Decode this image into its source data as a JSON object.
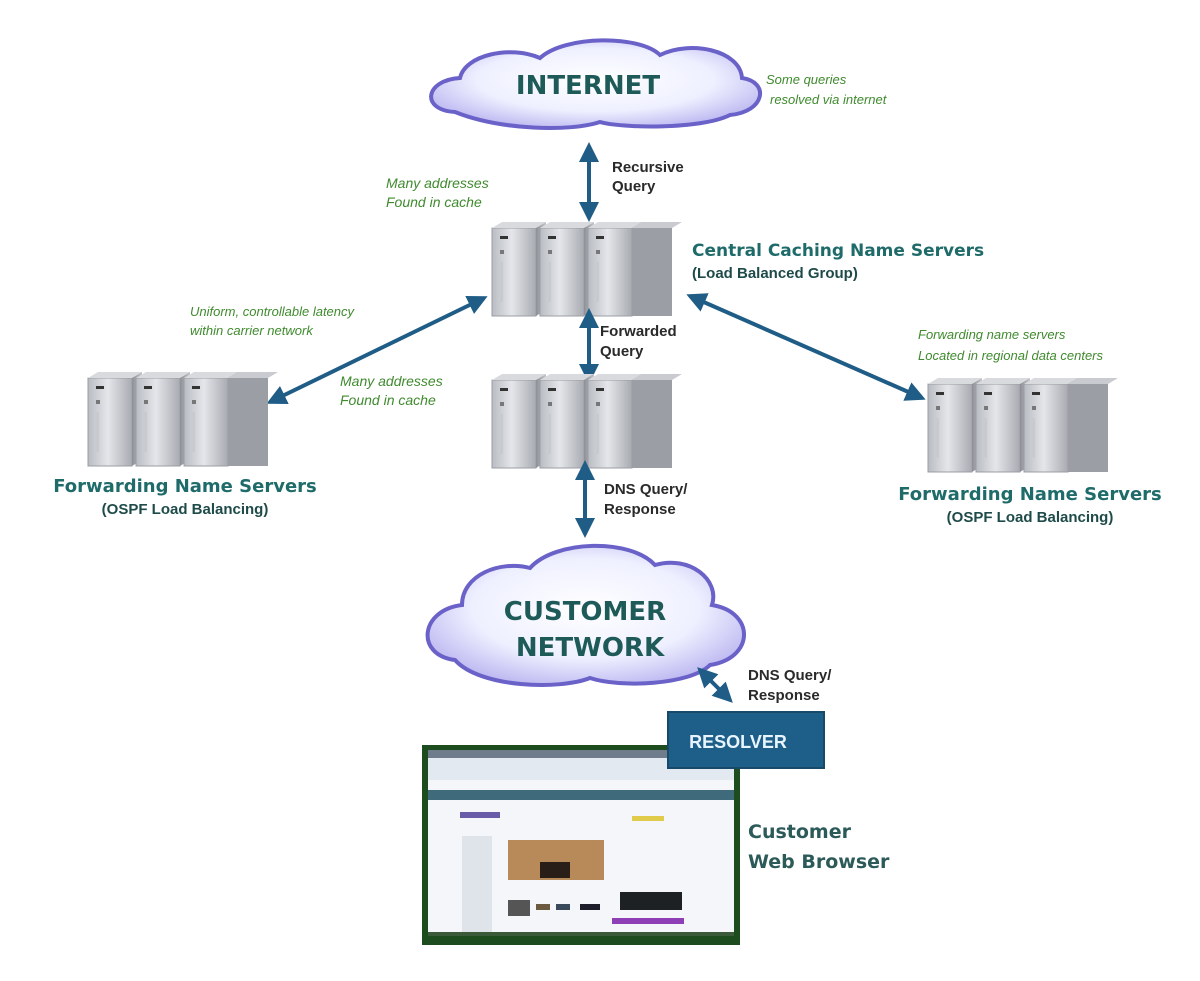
{
  "diagram": {
    "colors": {
      "arrow": "#1f5d86",
      "cloud_fill": "#eef0ff",
      "cloud_edge": "#6a62c8",
      "cloud_text": "#1e5a58",
      "note_text": "#3f8a2e",
      "title_text": "#1e6b6a",
      "resolver_bg": "#1e5f8a",
      "browser_border": "#1d4d1f"
    },
    "nodes": {
      "internet": {
        "label": "INTERNET",
        "type": "cloud"
      },
      "customer_network": {
        "label_line1": "CUSTOMER",
        "label_line2": "NETWORK",
        "type": "cloud"
      },
      "central_caching": {
        "title": "Central Caching Name Servers",
        "subtitle": "(Load Balanced Group)",
        "type": "server-group"
      },
      "forwarding_left": {
        "title": "Forwarding Name Servers",
        "subtitle": "(OSPF Load Balancing)",
        "type": "server-group"
      },
      "forwarding_center": {
        "type": "server-group"
      },
      "forwarding_right": {
        "title": "Forwarding Name Servers",
        "subtitle": "(OSPF Load Balancing)",
        "type": "server-group"
      },
      "resolver": {
        "label": "RESOLVER",
        "type": "box"
      },
      "browser": {
        "caption_line1": "Customer",
        "caption_line2": "Web Browser",
        "type": "screenshot"
      }
    },
    "notes": {
      "internet_note_line1": "Some queries",
      "internet_note_line2": "resolved via internet",
      "cache_note_top_line1": "Many addresses",
      "cache_note_top_line2": "Found in cache",
      "latency_note_line1": "Uniform, controllable latency",
      "latency_note_line2": "within carrier network",
      "cache_note_mid_line1": "Many addresses",
      "cache_note_mid_line2": "Found in cache",
      "regional_note_line1": "Forwarding name servers",
      "regional_note_line2": "Located in regional data centers"
    },
    "edges": [
      {
        "from": "internet",
        "to": "central_caching",
        "label_line1": "Recursive",
        "label_line2": "Query",
        "bidirectional": true
      },
      {
        "from": "central_caching",
        "to": "forwarding_center",
        "label_line1": "Forwarded",
        "label_line2": "Query",
        "bidirectional": true
      },
      {
        "from": "central_caching",
        "to": "forwarding_left",
        "bidirectional": true
      },
      {
        "from": "central_caching",
        "to": "forwarding_right",
        "bidirectional": true
      },
      {
        "from": "forwarding_center",
        "to": "customer_network",
        "label_line1": "DNS Query/",
        "label_line2": "Response",
        "bidirectional": true
      },
      {
        "from": "customer_network",
        "to": "resolver",
        "label_line1": "DNS Query/",
        "label_line2": "Response",
        "bidirectional": true
      }
    ]
  }
}
